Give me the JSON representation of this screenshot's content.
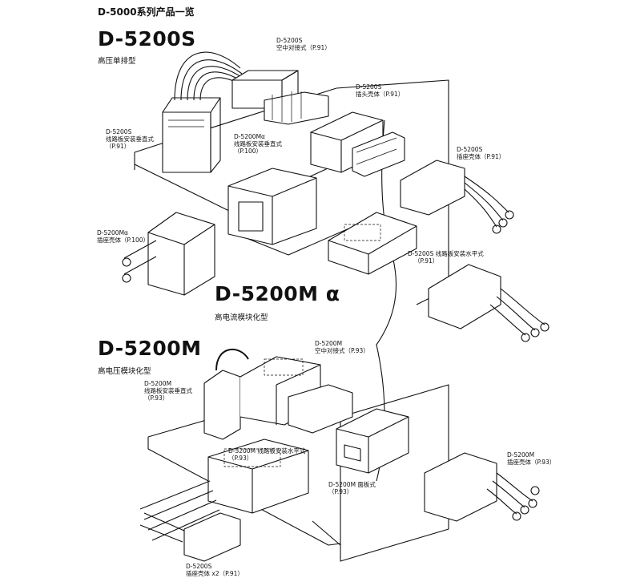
{
  "page_title": "D-5000系列产品一览",
  "series": [
    {
      "name": "D-5200S",
      "subtitle": "高压单排型"
    },
    {
      "name": "D-5200M α",
      "subtitle": "高电流模块化型"
    },
    {
      "name": "D-5200M",
      "subtitle": "高电压模块化型"
    }
  ],
  "callouts": {
    "s_cable": {
      "model": "D-5200S",
      "desc": "空中对接式（P.91）"
    },
    "s_plug": {
      "model": "D-5200S",
      "desc": "插头壳体（P.91）"
    },
    "s_pcb_vertical": {
      "model": "D-5200S",
      "desc": "线路板安装垂直式",
      "page": "（P.91）"
    },
    "ma_pcb_vertical": {
      "model": "D-5200Mα",
      "desc": "线路板安装垂直式",
      "page": "（P.100）"
    },
    "s_receptacle": {
      "model": "D-5200S",
      "desc": "插座壳体（P.91）"
    },
    "ma_receptacle": {
      "model": "D-5200Mα",
      "desc": "插座壳体（P.100）"
    },
    "s_pcb_horizontal": {
      "model": "D-5200S 线路板安装水平式",
      "desc": "（P.91）"
    },
    "m_cable": {
      "model": "D-5200M",
      "desc": "空中对接式（P.93）"
    },
    "m_pcb_vertical": {
      "model": "D-5200M",
      "desc": "线路板安装垂直式",
      "page": "（P.93）"
    },
    "m_pcb_horizontal": {
      "model": "D-5200M 线路板安装水平式",
      "desc": "（P.93）"
    },
    "m_panel": {
      "model": "D-5200M 面板式",
      "desc": "（P.93）"
    },
    "m_receptacle": {
      "model": "D-5200M",
      "desc": "插座壳体（P.93）"
    },
    "s_receptacle_x2": {
      "model": "D-5200S",
      "desc": "插座壳体 x2（P.91）"
    }
  }
}
